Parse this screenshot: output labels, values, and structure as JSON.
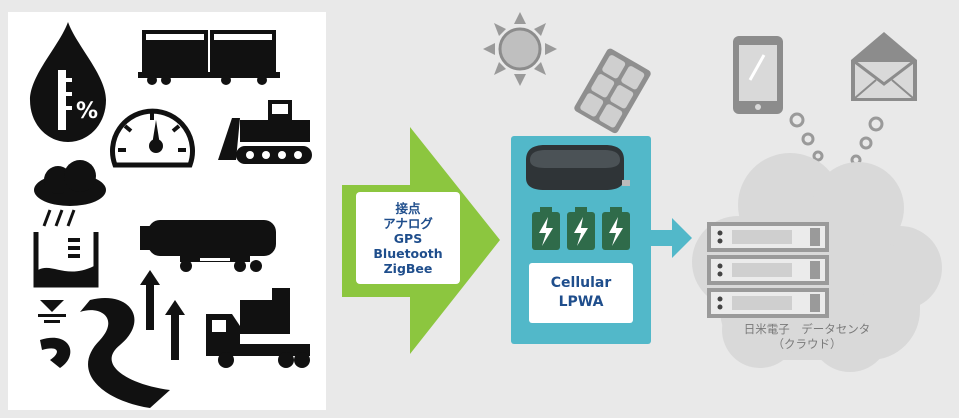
{
  "left_icons": [
    "water-drop-percent-icon",
    "freight-train-icon",
    "speedometer-icon",
    "bulldozer-icon",
    "rain-cloud-tank-icon",
    "tanker-trailer-icon",
    "water-level-river-icon",
    "dump-truck-icon"
  ],
  "input_arrow": {
    "lines": [
      "接点",
      "アナログ",
      "GPS",
      "Bluetooth",
      "ZigBee"
    ],
    "color": "#8cc63f"
  },
  "device": {
    "label_lines": [
      "Cellular",
      "LPWA"
    ],
    "box_color": "#52b8c9"
  },
  "cloud": {
    "label_line1": "日米電子　データセンタ",
    "label_line2": "（クラウド）"
  },
  "colors": {
    "arrow_green": "#8cc63f",
    "device_teal": "#52b8c9",
    "text_blue": "#1f4e8c",
    "icon_gray": "#9a9a9a",
    "cloud_gray": "#d9d9d9"
  }
}
